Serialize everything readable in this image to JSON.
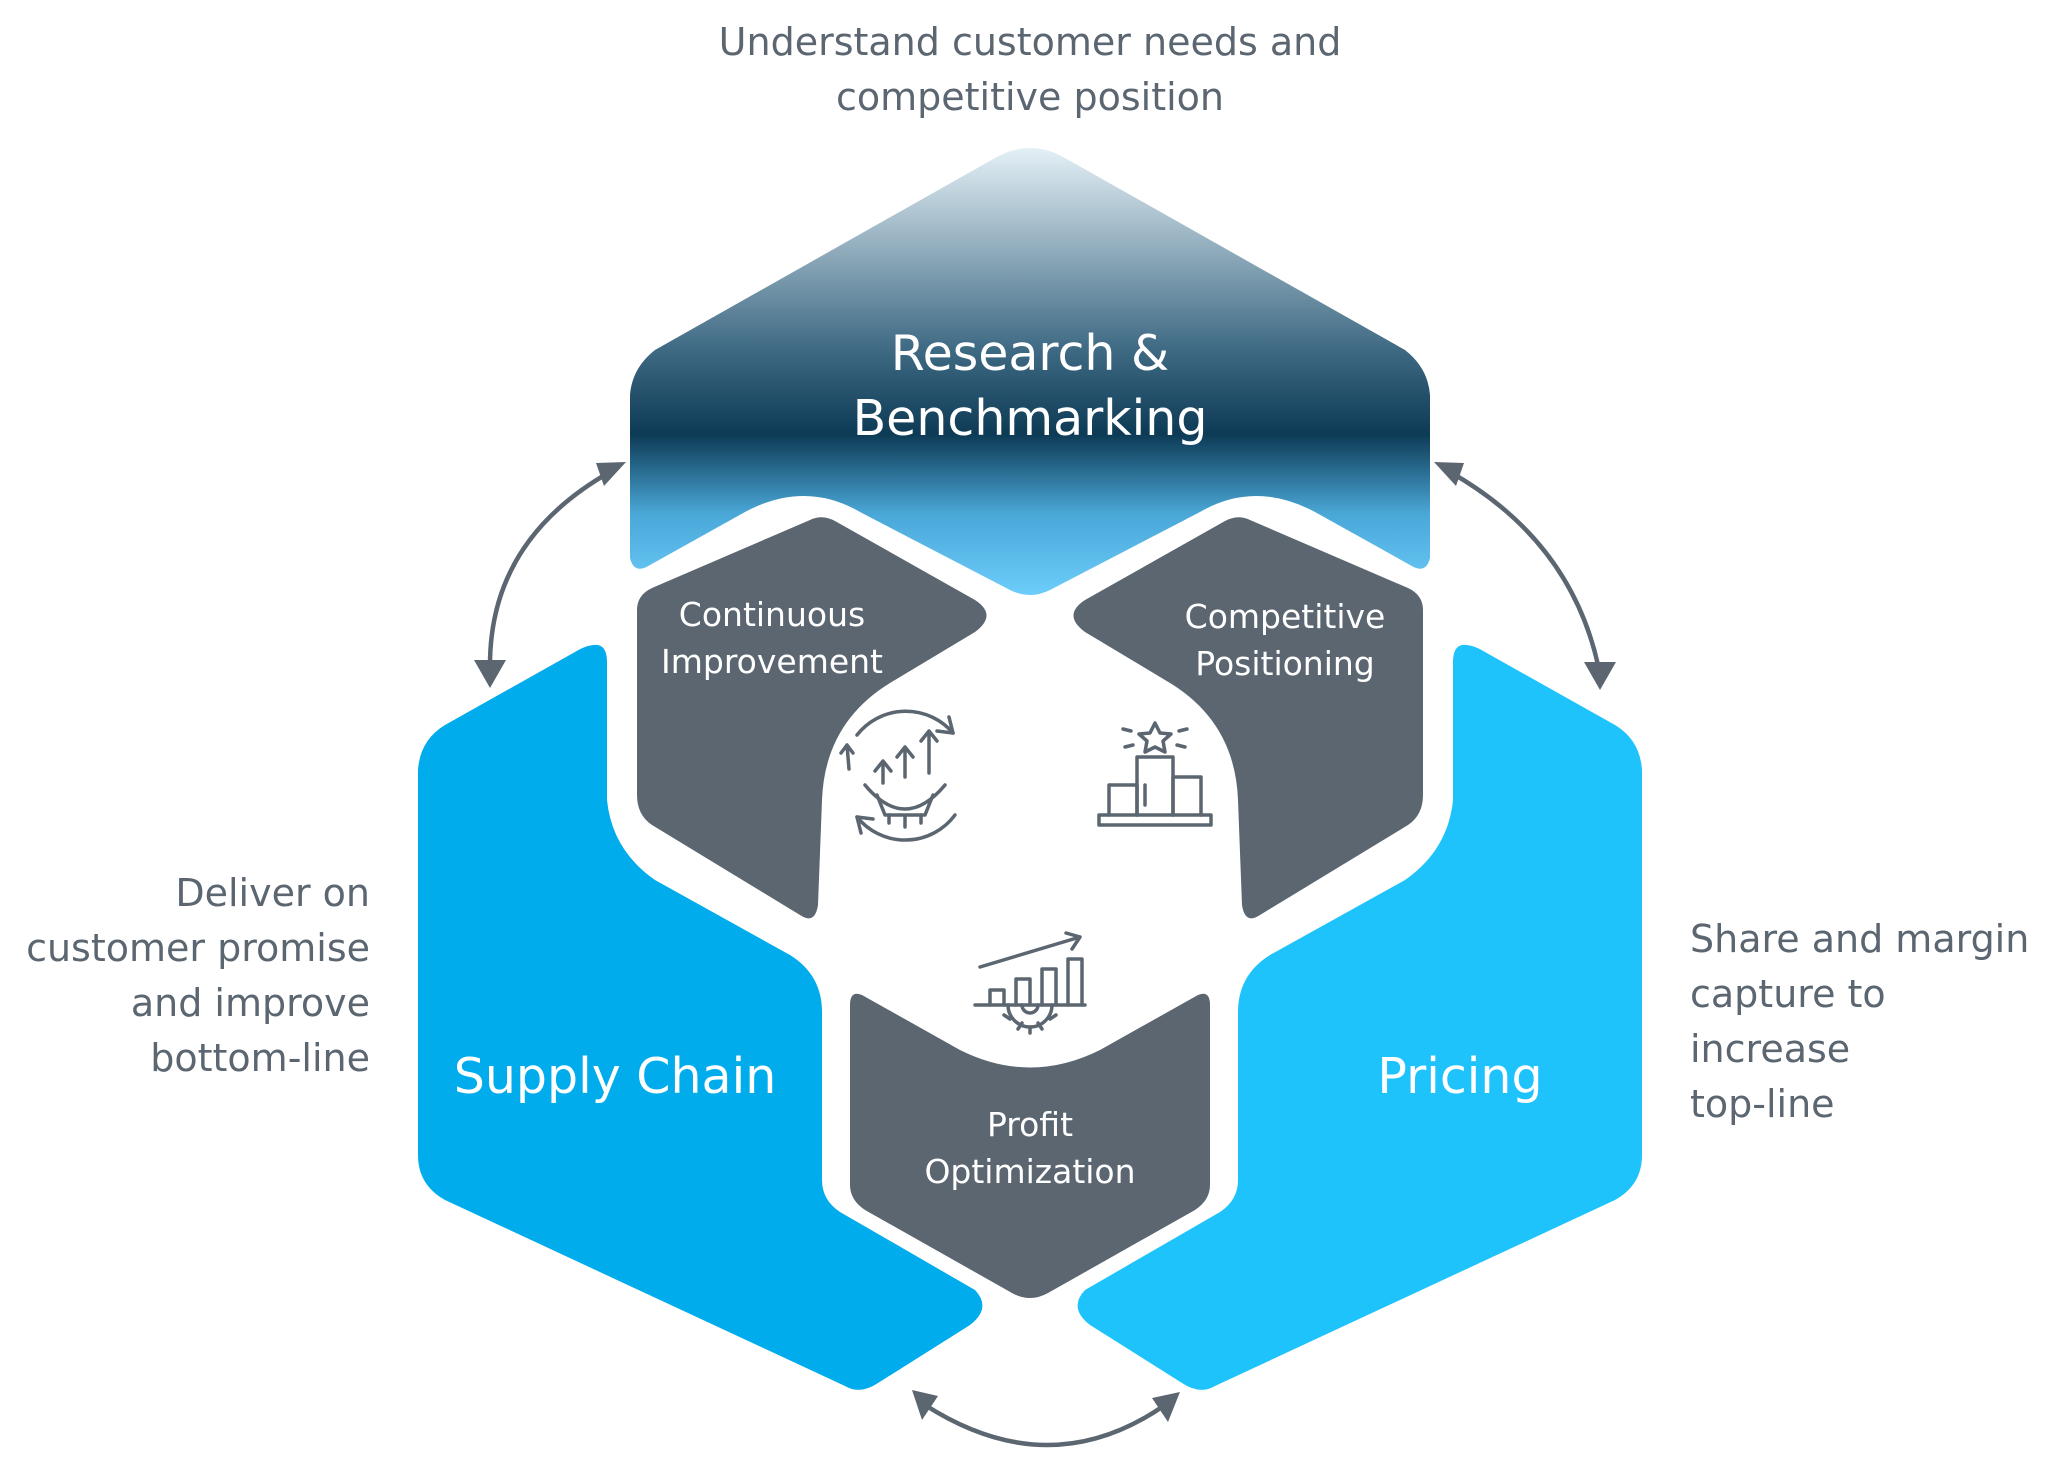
{
  "top_caption": {
    "line1": "Understand customer needs and",
    "line2": "competitive position"
  },
  "left_caption": {
    "line1": "Deliver on",
    "line2": "customer promise",
    "line3": "and improve",
    "line4": "bottom-line"
  },
  "right_caption": {
    "line1": "Share and margin",
    "line2": "capture to",
    "line3": "increase",
    "line4": "top-line"
  },
  "outer": {
    "research": {
      "line1": "Research &",
      "line2": "Benchmarking"
    },
    "supply_chain": {
      "label": "Supply Chain"
    },
    "pricing": {
      "label": "Pricing"
    }
  },
  "inner": {
    "continuous": {
      "line1": "Continuous",
      "line2": "Improvement",
      "icon": "continuous-improvement-icon"
    },
    "competitive": {
      "line1": "Competitive",
      "line2": "Positioning",
      "icon": "podium-star-icon"
    },
    "profit": {
      "line1": "Profit",
      "line2": "Optimization",
      "icon": "growth-chart-gear-icon"
    }
  },
  "colors": {
    "research_top": "#e4f0f6",
    "research_mid": "#0d3a55",
    "research_bottom": "#6cccfa",
    "supply_chain": "#01aced",
    "pricing": "#1fc3fc",
    "inner_segments": "#5b6671",
    "text_gray": "#5b6671"
  }
}
